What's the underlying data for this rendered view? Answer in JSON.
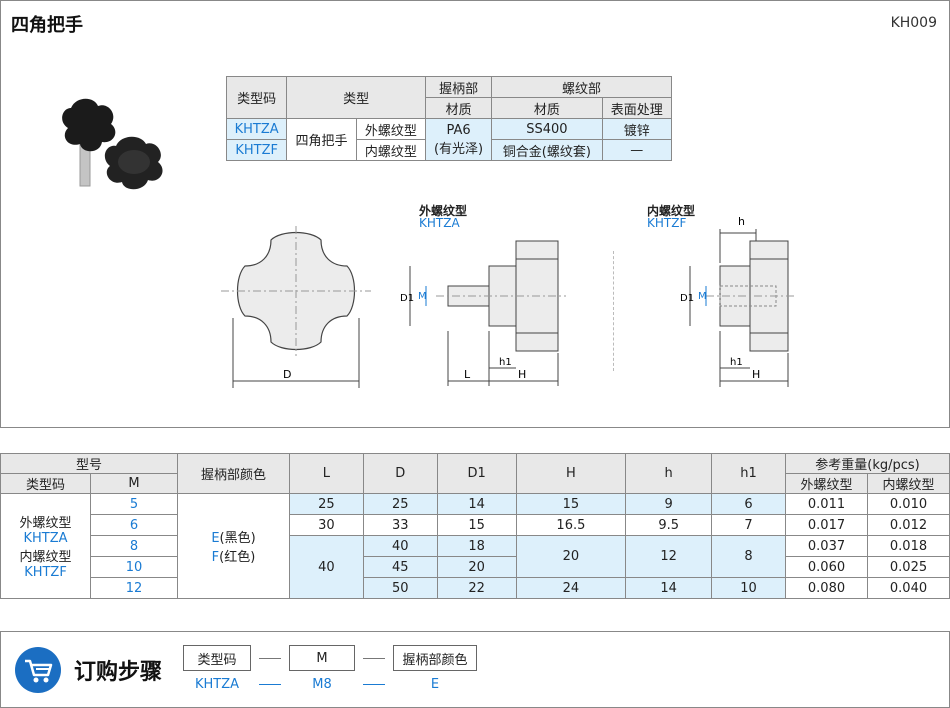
{
  "header": {
    "title": "四角把手",
    "code": "KH009"
  },
  "spec_table": {
    "h_type_code": "类型码",
    "h_type": "类型",
    "h_grip": "握柄部",
    "h_thread": "螺纹部",
    "h_material": "材质",
    "h_material2": "材质",
    "h_surface": "表面处理",
    "rows": [
      {
        "code": "KHTZA",
        "sub": "外螺纹型",
        "thread_material": "SS400",
        "surface": "镀锌"
      },
      {
        "code": "KHTZF",
        "sub": "内螺纹型",
        "thread_material": "铜合金(螺纹套)",
        "surface": "—"
      }
    ],
    "type_name": "四角把手",
    "grip_material": "PA6",
    "grip_note": "(有光泽)"
  },
  "drawings": {
    "ext_title": "外螺纹型",
    "ext_code": "KHTZA",
    "int_title": "内螺纹型",
    "int_code": "KHTZF",
    "labels": {
      "D": "D",
      "D1": "D1",
      "M": "M",
      "L": "L",
      "H": "H",
      "h": "h",
      "h1": "h1"
    }
  },
  "params_table": {
    "h_model": "型号",
    "h_type_code": "类型码",
    "h_M": "M",
    "h_color": "握柄部颜色",
    "h_L": "L",
    "h_D": "D",
    "h_D1": "D1",
    "h_H": "H",
    "h_h": "h",
    "h_h1": "h1",
    "h_weight": "参考重量(kg/pcs)",
    "h_w_ext": "外螺纹型",
    "h_w_int": "内螺纹型",
    "type_lines": [
      "外螺纹型",
      "KHTZA",
      "内螺纹型",
      "KHTZF"
    ],
    "color_lines": [
      "E(黑色)",
      "F(红色)"
    ],
    "rows": [
      {
        "M": "5",
        "L": "25",
        "D": "25",
        "D1": "14",
        "H": "15",
        "h": "9",
        "h1": "6",
        "w_ext": "0.011",
        "w_int": "0.010"
      },
      {
        "M": "6",
        "L": "30",
        "D": "33",
        "D1": "15",
        "H": "16.5",
        "h": "9.5",
        "h1": "7",
        "w_ext": "0.017",
        "w_int": "0.012"
      },
      {
        "M": "8",
        "L": "40",
        "D": "40",
        "D1": "18",
        "H": "20",
        "h": "12",
        "h1": "8",
        "w_ext": "0.037",
        "w_int": "0.018"
      },
      {
        "M": "10",
        "L": "40",
        "D": "45",
        "D1": "20",
        "H": "20",
        "h": "12",
        "h1": "8",
        "w_ext": "0.060",
        "w_int": "0.025"
      },
      {
        "M": "12",
        "L": "40",
        "D": "50",
        "D1": "22",
        "H": "24",
        "h": "14",
        "h1": "10",
        "w_ext": "0.080",
        "w_int": "0.040"
      }
    ]
  },
  "order": {
    "title": "订购步骤",
    "boxes": [
      "类型码",
      "M",
      "握柄部颜色"
    ],
    "values": [
      "KHTZA",
      "M8",
      "E"
    ],
    "icon": "shopping-cart-icon"
  }
}
